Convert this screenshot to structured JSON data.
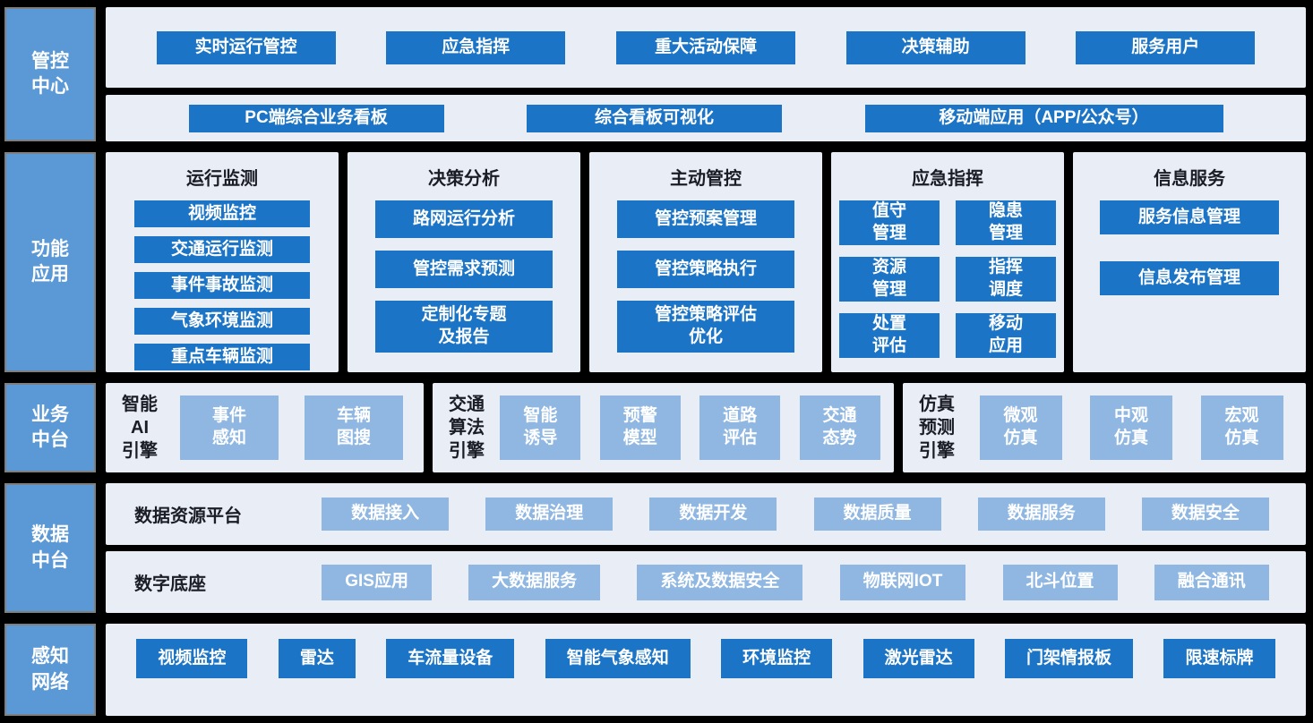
{
  "colors": {
    "background": "#000000",
    "panel_bg": "#e9edf5",
    "dark_button": "#1b74c5",
    "light_button": "#8fb7e2",
    "row_label_bg": "#5b99d6",
    "row_label_border": "#7f7f7f",
    "heading_text": "#1a1c26",
    "button_text": "#ffffff"
  },
  "bands": {
    "control_center": {
      "label": "管控\n中心",
      "top_buttons": [
        "实时运行管控",
        "应急指挥",
        "重大活动保障",
        "决策辅助",
        "服务用户"
      ],
      "bottom_buttons": [
        "PC端综合业务看板",
        "综合看板可视化",
        "移动端应用（APP/公众号）"
      ]
    },
    "function_apps": {
      "label": "功能\n应用",
      "columns": [
        {
          "title": "运行监测",
          "buttons": [
            "视频监控",
            "交通运行监测",
            "事件事故监测",
            "气象环境监测",
            "重点车辆监测"
          ]
        },
        {
          "title": "决策分析",
          "buttons": [
            "路网运行分析",
            "管控需求预测",
            "定制化专题\n及报告"
          ]
        },
        {
          "title": "主动管控",
          "buttons": [
            "管控预案管理",
            "管控策略执行",
            "管控策略评估\n优化"
          ]
        },
        {
          "title": "应急指挥",
          "buttons": [
            "值守\n管理",
            "隐患\n管理",
            "资源\n管理",
            "指挥\n调度",
            "处置\n评估",
            "移动\n应用"
          ]
        },
        {
          "title": "信息服务",
          "buttons": [
            "服务信息管理",
            "信息发布管理"
          ]
        }
      ]
    },
    "business_platform": {
      "label": "业务\n中台",
      "groups": [
        {
          "title": "智能\nAI\n引擎",
          "buttons": [
            "事件\n感知",
            "车辆\n图搜"
          ]
        },
        {
          "title": "交通\n算法\n引擎",
          "buttons": [
            "智能\n诱导",
            "预警\n模型",
            "道路\n评估",
            "交通\n态势"
          ]
        },
        {
          "title": "仿真\n预测\n引擎",
          "buttons": [
            "微观\n仿真",
            "中观\n仿真",
            "宏观\n仿真"
          ]
        }
      ]
    },
    "data_platform": {
      "label": "数据\n中台",
      "rows": [
        {
          "title": "数据资源平台",
          "buttons": [
            "数据接入",
            "数据治理",
            "数据开发",
            "数据质量",
            "数据服务",
            "数据安全"
          ]
        },
        {
          "title": "数字底座",
          "buttons": [
            "GIS应用",
            "大数据服务",
            "系统及数据安全",
            "物联网IOT",
            "北斗位置",
            "融合通讯"
          ]
        }
      ]
    },
    "sensing_network": {
      "label": "感知\n网络",
      "buttons": [
        "视频监控",
        "雷达",
        "车流量设备",
        "智能气象感知",
        "环境监控",
        "激光雷达",
        "门架情报板",
        "限速标牌"
      ]
    }
  }
}
